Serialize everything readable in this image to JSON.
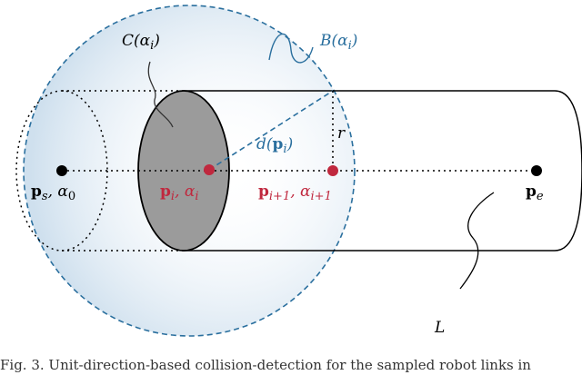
{
  "labels": {
    "c_alpha": "C(α",
    "c_alpha_sub": "i",
    "c_alpha_close": ")",
    "b_alpha": "B(α",
    "b_alpha_sub": "i",
    "b_alpha_close": ")",
    "d_p": "d(",
    "d_p_bold": "p",
    "d_p_sub": "i",
    "d_p_close": ")",
    "r": "r",
    "ps_p": "p",
    "ps_sub": "s",
    "ps_alpha": ", α",
    "ps_alpha_sub": "0",
    "pi_p": "p",
    "pi_sub": "i",
    "pi_alpha": ", α",
    "pi_alpha_sub": "i",
    "pi1_p": "p",
    "pi1_sub": "i+1",
    "pi1_alpha": ", α",
    "pi1_alpha_sub": "i+1",
    "pe_p": "p",
    "pe_sub": "e",
    "L": "L"
  },
  "caption": "Fig. 3.   Unit-direction-based collision-detection for the sampled robot links in",
  "colors": {
    "sphere_outline": "#2a6f9e",
    "sphere_fill": "#dfeaf3",
    "disk_fill": "#9b9b9b",
    "highlight": "#c0283e",
    "line": "#000000"
  }
}
